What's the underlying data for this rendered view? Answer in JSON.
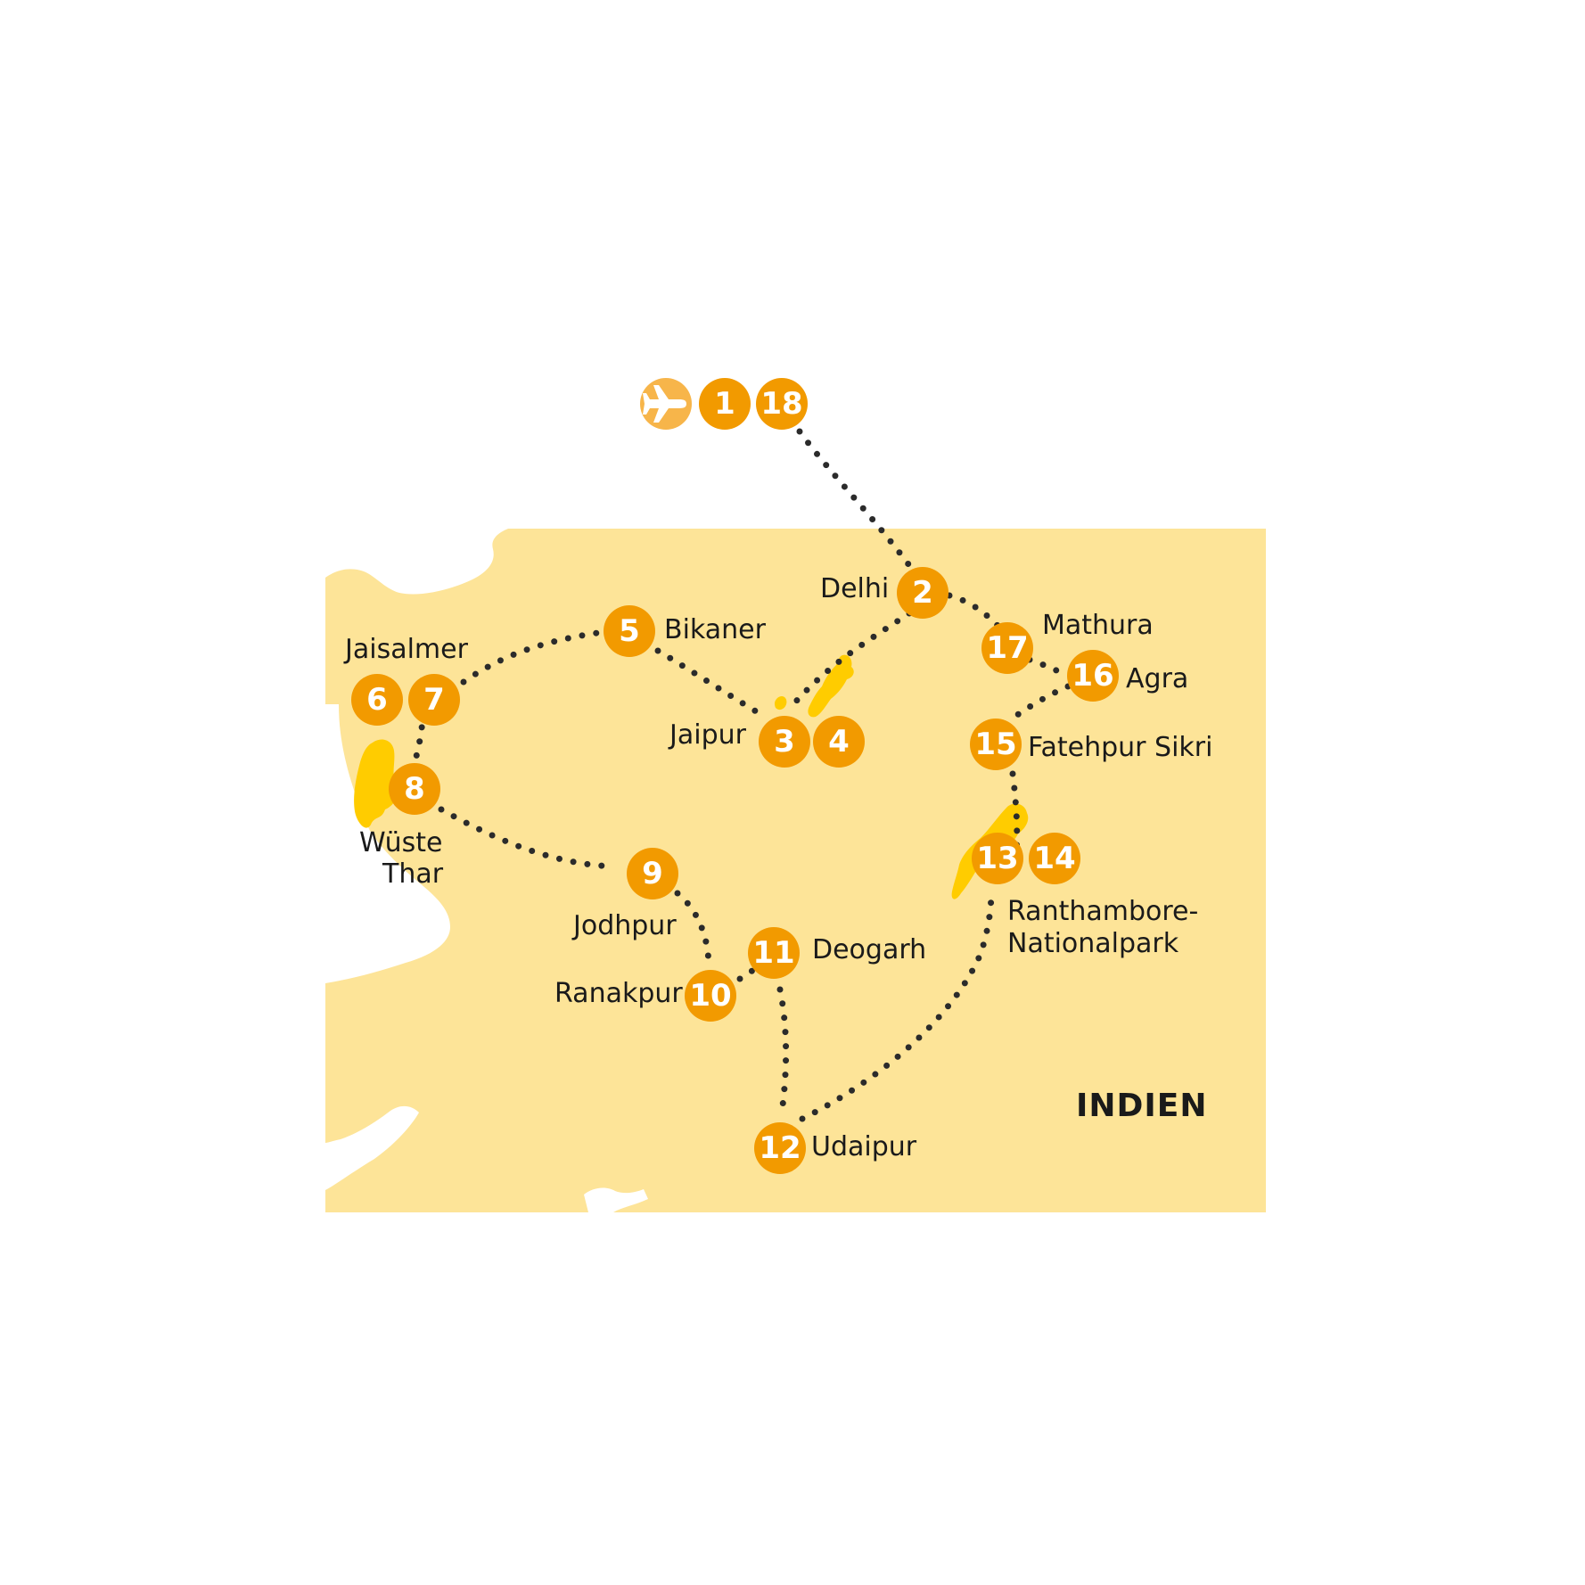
{
  "colors": {
    "land": "#fde498",
    "marker": "#f29a00",
    "airport_marker": "#f7b54a",
    "highlight_shape": "#ffcc00",
    "route": "#2b2b2b",
    "label": "#1a1a1a"
  },
  "airport": {
    "icon": "airplane-icon"
  },
  "stops": [
    {
      "number": "1"
    },
    {
      "number": "18"
    },
    {
      "number": "2"
    },
    {
      "number": "3"
    },
    {
      "number": "4"
    },
    {
      "number": "5"
    },
    {
      "number": "6"
    },
    {
      "number": "7"
    },
    {
      "number": "8"
    },
    {
      "number": "9"
    },
    {
      "number": "10"
    },
    {
      "number": "11"
    },
    {
      "number": "12"
    },
    {
      "number": "13"
    },
    {
      "number": "14"
    },
    {
      "number": "15"
    },
    {
      "number": "16"
    },
    {
      "number": "17"
    }
  ],
  "places": {
    "delhi": "Delhi",
    "mathura": "Mathura",
    "agra": "Agra",
    "fatehpur_sikri": "Fatehpur Sikri",
    "bikaner": "Bikaner",
    "jaisalmer": "Jaisalmer",
    "jaipur": "Jaipur",
    "wueste_line1": "Wüste",
    "wueste_line2": "Thar",
    "jodhpur": "Jodhpur",
    "ranakpur": "Ranakpur",
    "deogarh": "Deogarh",
    "udaipur": "Udaipur",
    "ranthambore_line1": "Ranthambore-",
    "ranthambore_line2": "Nationalpark"
  },
  "country": "INDIEN"
}
